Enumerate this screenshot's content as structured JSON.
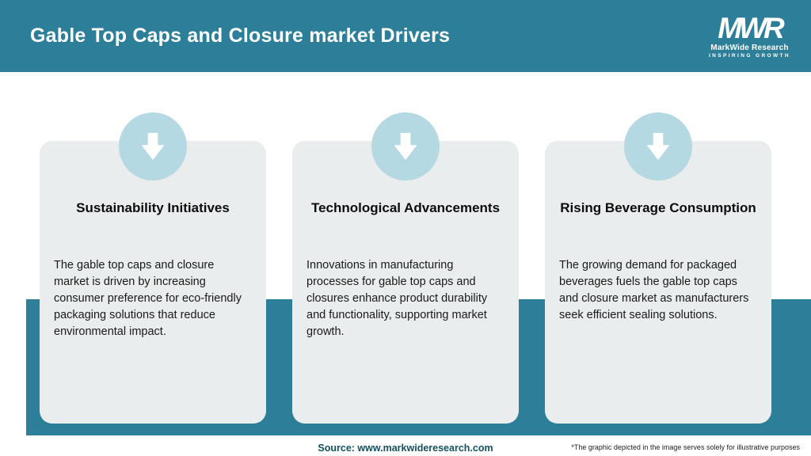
{
  "header": {
    "title": "Gable Top Caps and Closure market Drivers",
    "logo": {
      "acronym": "MWR",
      "name": "MarkWide Research",
      "tagline": "INSPIRING GROWTH"
    }
  },
  "cards": [
    {
      "title": "Sustainability Initiatives",
      "body": "The gable top caps and closure market is driven by increasing consumer preference for eco-friendly packaging solutions that reduce environmental impact."
    },
    {
      "title": "Technological Advancements",
      "body": "Innovations in manufacturing processes for gable top caps and closures enhance product durability and functionality, supporting market growth."
    },
    {
      "title": "Rising Beverage Consumption",
      "body": "The growing demand for packaged beverages fuels the gable top caps and closure market as manufacturers seek efficient sealing solutions."
    }
  ],
  "footer": {
    "source": "Source: www.markwideresearch.com",
    "disclaimer": "*The graphic depicted in the image serves solely for illustrative purposes"
  },
  "icons": [
    {
      "name": "down-arrow-icon",
      "meaning": "market driver indicator arrow"
    }
  ],
  "colors": {
    "teal": "#2d7f99",
    "light_teal_circle": "#b5d9e2",
    "card_background": "#e9eded",
    "source_text": "#14505f",
    "header_text": "#ffffff"
  }
}
